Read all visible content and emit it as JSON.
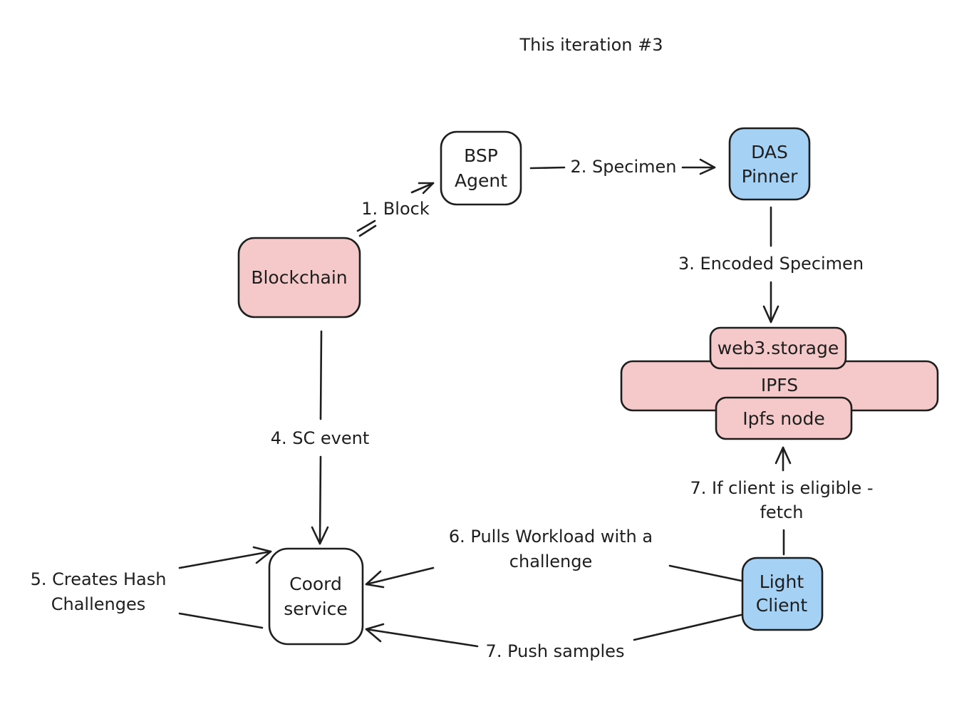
{
  "title": "This iteration #3",
  "colors": {
    "red_fill": "#f5c9c9",
    "blue_fill": "#a5d1f5",
    "white_fill": "#ffffff",
    "stroke": "#1e1e1e"
  },
  "nodes": {
    "bsp_agent": [
      "BSP",
      "Agent"
    ],
    "das_pinner": [
      "DAS",
      "Pinner"
    ],
    "blockchain": "Blockchain",
    "web3_storage": "web3.storage",
    "ipfs": "IPFS",
    "ipfs_node": "Ipfs node",
    "coord_service": [
      "Coord",
      "service"
    ],
    "light_client": [
      "Light",
      "Client"
    ]
  },
  "edges": {
    "block": "1. Block",
    "specimen": "2. Specimen",
    "encoded_specimen": "3. Encoded Specimen",
    "sc_event": "4. SC event",
    "hash_challenges": [
      "5. Creates Hash",
      "Challenges"
    ],
    "pulls_workload": [
      "6. Pulls Workload with a",
      "challenge"
    ],
    "if_eligible": [
      "7. If client is eligible -",
      "fetch"
    ],
    "push_samples": "7. Push samples"
  }
}
